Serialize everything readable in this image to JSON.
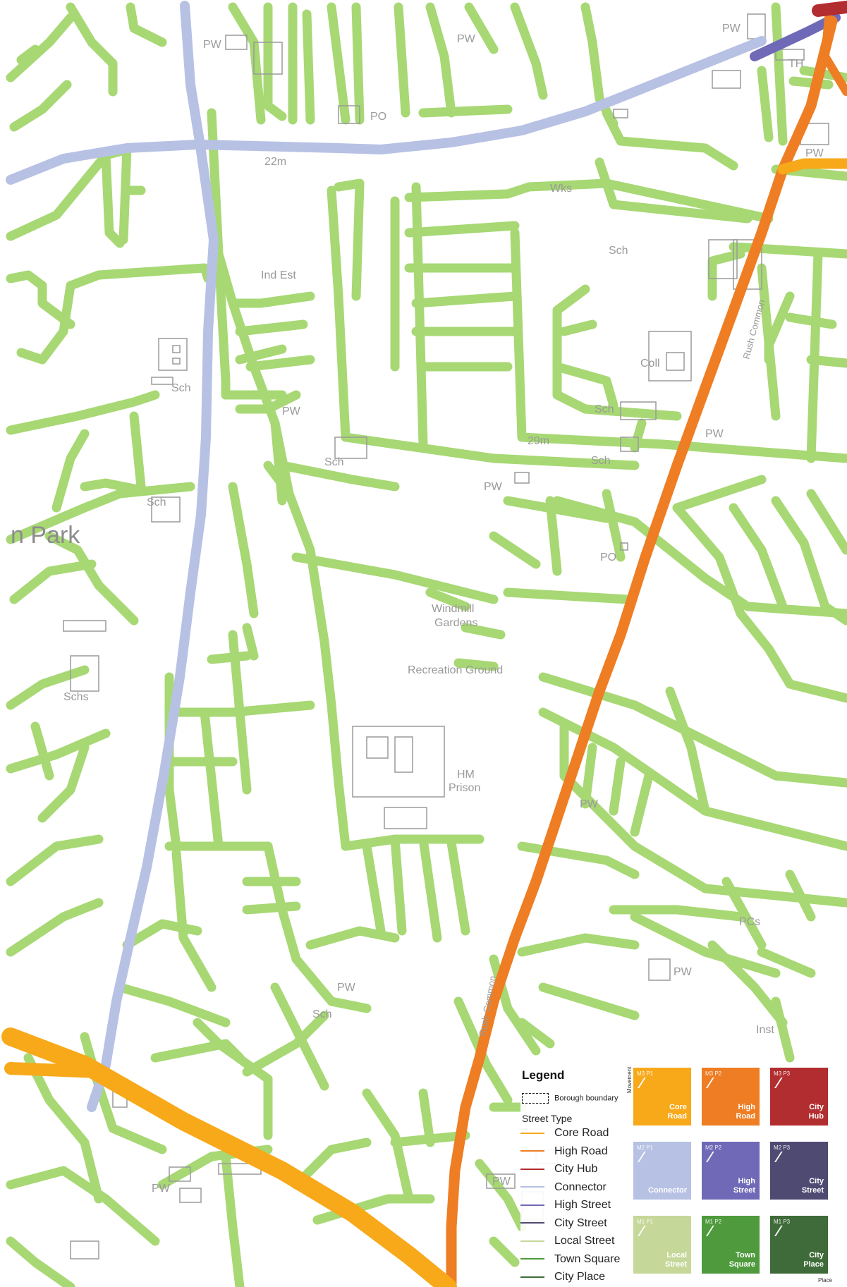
{
  "map": {
    "labels": {
      "park": "n Park",
      "ind_est": "Ind Est",
      "wks": "Wks",
      "windmill": "Windmill",
      "gardens": "Gardens",
      "recreation": "Recreation Ground",
      "hm": "HM",
      "prison": "Prison",
      "rush_common_1": "Rush Common",
      "rush_common_2": "Rush Common",
      "sch": "Sch",
      "schs": "Schs",
      "pw": "PW",
      "po": "PO",
      "pcs": "PCs",
      "th": "TH",
      "coll": "Coll",
      "inst": "Inst",
      "dist": "22m",
      "height": "29m"
    }
  },
  "legend": {
    "title": "Legend",
    "boundary_label": "Borough boundary",
    "street_type_label": "Street Type",
    "items": [
      {
        "label": "Core Road",
        "color": "#f7a91a"
      },
      {
        "label": "High Road",
        "color": "#ee7d23"
      },
      {
        "label": "City Hub",
        "color": "#b22d2f"
      },
      {
        "label": "Connector",
        "color": "#b7c1e4"
      },
      {
        "label": "High Street",
        "color": "#6f69b8"
      },
      {
        "label": "City Street",
        "color": "#4e4a72"
      },
      {
        "label": "Local Street",
        "color": "#c5d89a"
      },
      {
        "label": "Town Square",
        "color": "#4e9a3c"
      },
      {
        "label": "City Place",
        "color": "#3e6b39"
      }
    ]
  },
  "matrix": {
    "axis_movement": "Movement",
    "axis_place": "Place",
    "cells": [
      {
        "code": "M3 P1",
        "name": "Core\nRoad",
        "color": "#f7a91a"
      },
      {
        "code": "M3 P2",
        "name": "High\nRoad",
        "color": "#ee7d23"
      },
      {
        "code": "M3 P3",
        "name": "City\nHub",
        "color": "#b22d2f"
      },
      {
        "code": "M2 P1",
        "name": "Connector",
        "color": "#b7c1e4"
      },
      {
        "code": "M2 P2",
        "name": "High\nStreet",
        "color": "#6f69b8"
      },
      {
        "code": "M2 P3",
        "name": "City\nStreet",
        "color": "#4e4a72"
      },
      {
        "code": "M1 P1",
        "name": "Local\nStreet",
        "color": "#c5d89a"
      },
      {
        "code": "M1 P2",
        "name": "Town\nSquare",
        "color": "#4e9a3c"
      },
      {
        "code": "M1 P3",
        "name": "City\nPlace",
        "color": "#3e6b39"
      }
    ]
  }
}
